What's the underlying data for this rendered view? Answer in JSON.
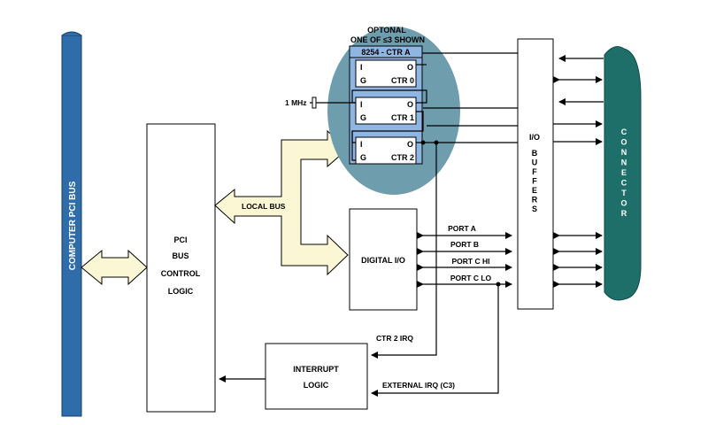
{
  "colors": {
    "pci_bus": "#2f6daa",
    "connector": "#1e6e6a",
    "optional_oval": "#6e9eae",
    "counter_chip": "#8fb6e3",
    "bus_arrow": "#fbf7d4"
  },
  "labels": {
    "computer_pci_bus": "COMPUTER PCI BUS",
    "connector": "CONNECTOR",
    "optional_line1": "OPTONAL",
    "optional_line2": "ONE OF ≤3 SHOWN",
    "chip_title": "8254 - CTR A",
    "ctr0": "CTR 0",
    "ctr1": "CTR 1",
    "ctr2": "CTR 2",
    "pin_i": "I",
    "pin_o": "O",
    "pin_g": "G",
    "clock": "1 MHz",
    "local_bus": "LOCAL BUS",
    "pci_line1": "PCI",
    "pci_line2": "BUS",
    "pci_line3": "CONTROL",
    "pci_line4": "LOGIC",
    "digital_io": "DIGITAL I/O",
    "port_a": "PORT A",
    "port_b": "PORT B",
    "port_c_hi": "PORT C HI",
    "port_c_lo": "PORT C LO",
    "io_buffers_line1": "I/O",
    "io_buffers_line2": "BUFFERS",
    "ctr2_irq": "CTR 2 IRQ",
    "interrupt_line1": "INTERRUPT",
    "interrupt_line2": "LOGIC",
    "external_irq": "EXTERNAL IRQ (C3)"
  }
}
